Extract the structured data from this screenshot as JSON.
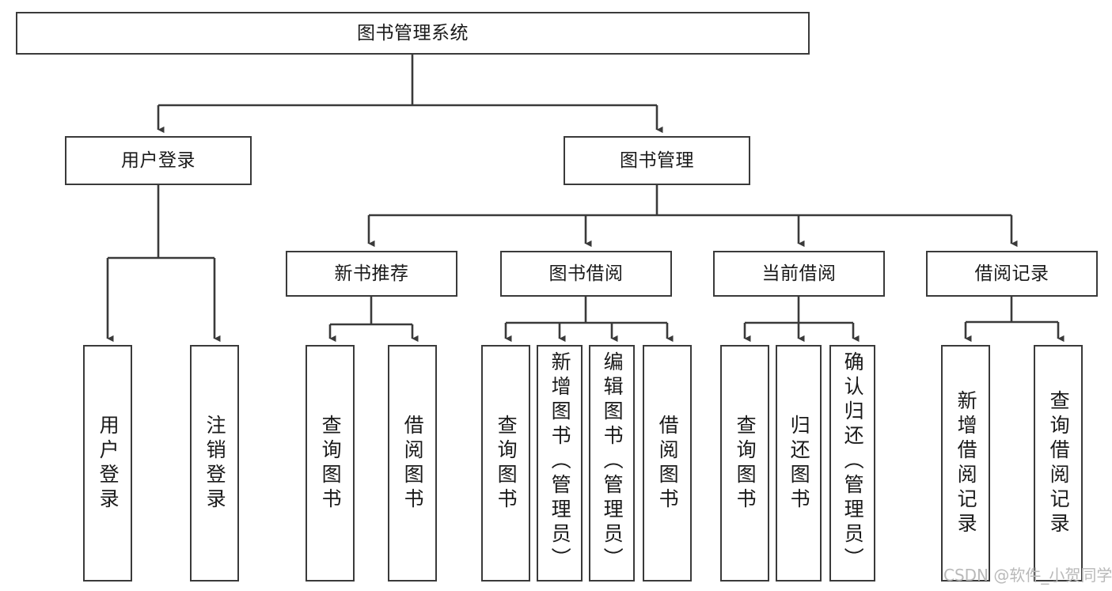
{
  "diagram": {
    "type": "tree",
    "title": "图书管理系统",
    "watermark": "CSDN @软件_小贺同学",
    "colors": {
      "box_border": "#3a3a3a",
      "box_fill": "#ffffff",
      "connector": "#3a3a3a",
      "text": "#1a1a1a",
      "watermark": "#b9b9b9",
      "background": "#ffffff"
    },
    "root": {
      "id": "root",
      "label": "图书管理系统"
    },
    "level1": [
      {
        "id": "user-login",
        "label": "用户登录"
      },
      {
        "id": "book-manage",
        "label": "图书管理"
      }
    ],
    "level2": [
      {
        "id": "new-book-recommend",
        "label": "新书推荐",
        "parent": "book-manage"
      },
      {
        "id": "book-borrow",
        "label": "图书借阅",
        "parent": "book-manage"
      },
      {
        "id": "current-borrow",
        "label": "当前借阅",
        "parent": "book-manage"
      },
      {
        "id": "borrow-record",
        "label": "借阅记录",
        "parent": "book-manage"
      }
    ],
    "leaves": {
      "user-login": [
        {
          "id": "leaf-user-login",
          "label": "用户登录"
        },
        {
          "id": "leaf-user-logout",
          "label": "注销登录"
        }
      ],
      "new-book-recommend": [
        {
          "id": "leaf-query-book-1",
          "label": "查询图书"
        },
        {
          "id": "leaf-borrow-book-1",
          "label": "借阅图书"
        }
      ],
      "book-borrow": [
        {
          "id": "leaf-query-book-2",
          "label": "查询图书"
        },
        {
          "id": "leaf-add-book",
          "label": "新增图书（管理员）"
        },
        {
          "id": "leaf-edit-book",
          "label": "编辑图书（管理员）"
        },
        {
          "id": "leaf-borrow-book-2",
          "label": "借阅图书"
        }
      ],
      "current-borrow": [
        {
          "id": "leaf-query-book-3",
          "label": "查询图书"
        },
        {
          "id": "leaf-return-book",
          "label": "归还图书"
        },
        {
          "id": "leaf-confirm-return",
          "label": "确认归还（管理员）"
        }
      ],
      "borrow-record": [
        {
          "id": "leaf-add-record",
          "label": "新增借阅记录"
        },
        {
          "id": "leaf-query-record",
          "label": "查询借阅记录"
        }
      ]
    }
  }
}
